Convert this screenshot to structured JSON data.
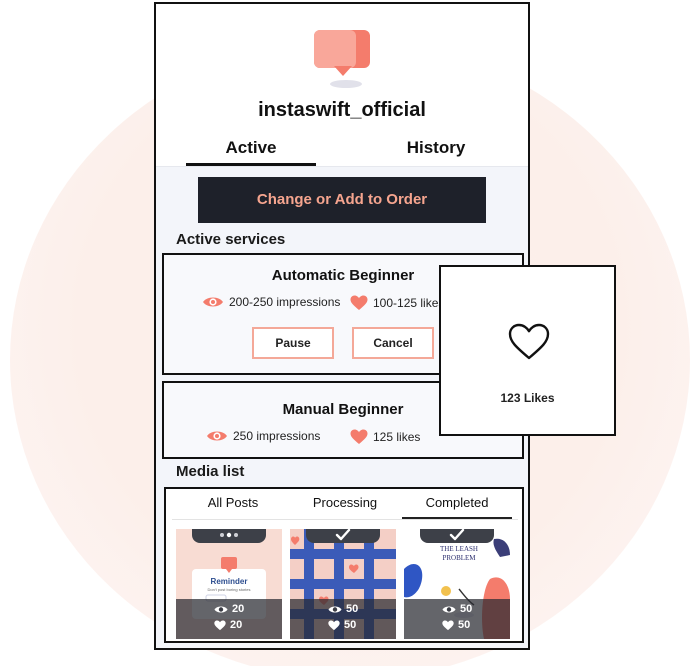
{
  "profile": {
    "username": "instaswift_official"
  },
  "tabs": {
    "active": "Active",
    "history": "History"
  },
  "order_button": "Change or Add to Order",
  "sections": {
    "active_services": "Active services",
    "media_list": "Media list"
  },
  "services": [
    {
      "title": "Automatic Beginner",
      "impressions": "200-250 impressions",
      "likes": "100-125 likes",
      "pause": "Pause",
      "cancel": "Cancel"
    },
    {
      "title": "Manual Beginner",
      "impressions": "250 impressions",
      "likes": "125 likes"
    }
  ],
  "media": {
    "tabs": [
      "All Posts",
      "Processing",
      "Completed"
    ],
    "selected_tab": "Completed",
    "posts": [
      {
        "views": "20",
        "likes": "20",
        "caption": "Reminder",
        "subcaption": "Don't post boring stories"
      },
      {
        "views": "50",
        "likes": "50"
      },
      {
        "views": "50",
        "likes": "50",
        "caption": "THE LEASH PROBLEM"
      }
    ]
  },
  "popup": {
    "likes": "123 Likes"
  },
  "colors": {
    "accent": "#f47c6c",
    "dark": "#1e212a",
    "button_text": "#f6a58f"
  }
}
